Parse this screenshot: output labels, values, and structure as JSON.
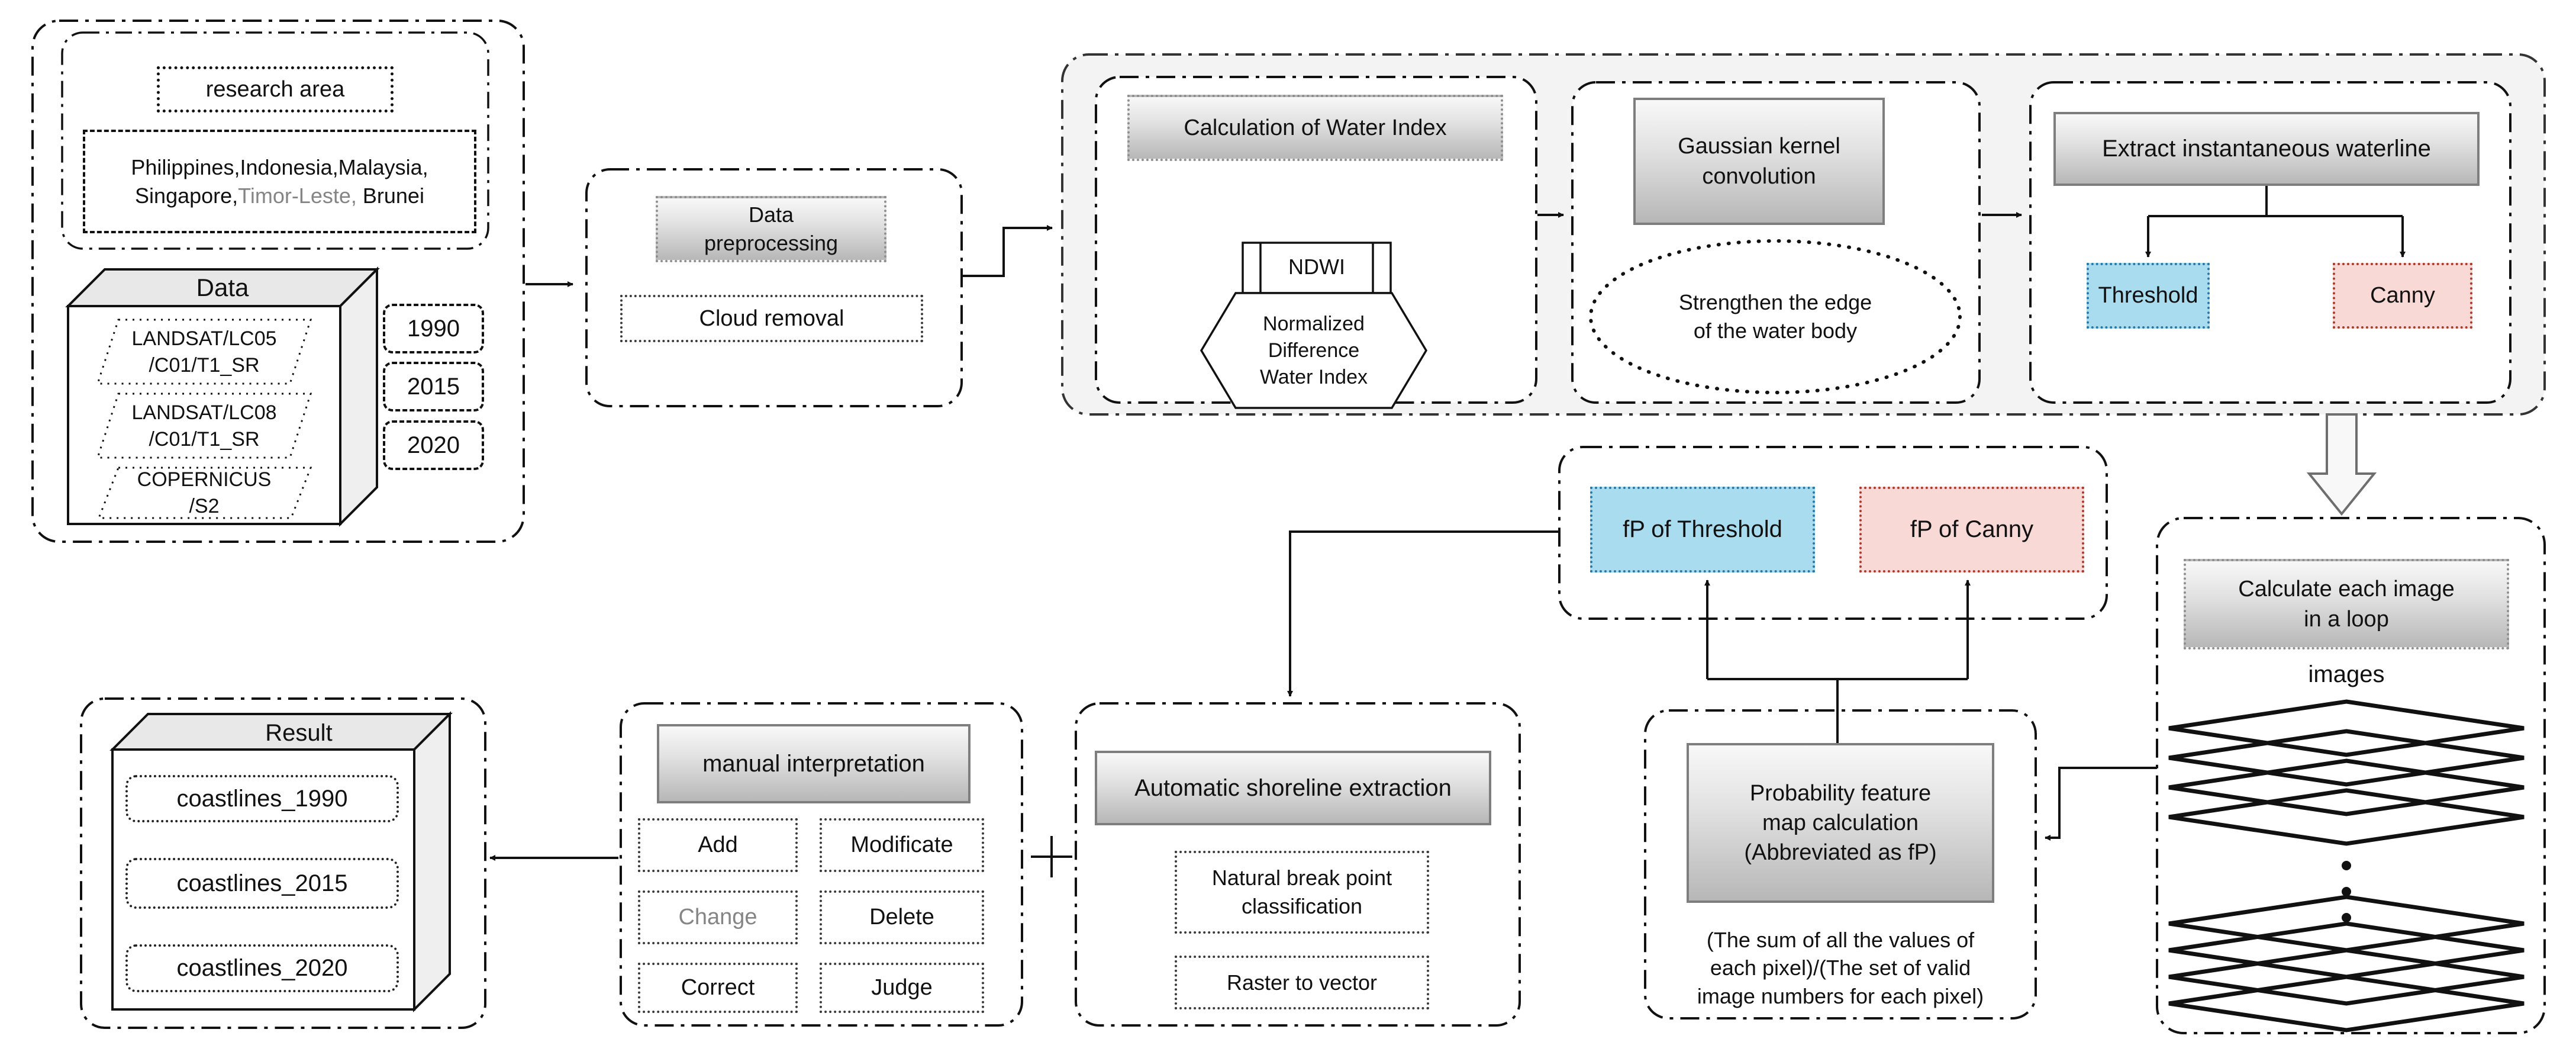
{
  "research": {
    "title": "research area",
    "countries1": "Philippines,Indonesia,Malaysia,",
    "countries2a": "Singapore,",
    "countries2b": "Timor-Leste,",
    "countries2c": " Brunei"
  },
  "data_box": {
    "title": "Data",
    "datasets": [
      "LANDSAT/LC05\n/C01/T1_SR",
      "LANDSAT/LC08\n/C01/T1_SR",
      "COPERNICUS\n/S2"
    ],
    "years": [
      "1990",
      "2015",
      "2020"
    ]
  },
  "preprocessing": {
    "title": "Data\npreprocessing",
    "step": "Cloud removal"
  },
  "water_index": {
    "title": "Calculation of Water Index",
    "ndwi": "NDWI",
    "hexagon": "Normalized\nDifference\nWater Index"
  },
  "gaussian": {
    "title": "Gaussian kernel\nconvolution",
    "ellipse": "Strengthen the edge\nof the water body"
  },
  "waterline": {
    "title": "Extract instantaneous waterline",
    "threshold": "Threshold",
    "canny": "Canny"
  },
  "fp": {
    "threshold": "fP of Threshold",
    "canny": "fP of Canny"
  },
  "loop": {
    "title": "Calculate each image\nin a loop",
    "stack_label": "images"
  },
  "probability": {
    "title": "Probability feature\nmap calculation\n(Abbreviated as fP)",
    "formula": "(The sum of all the values of\neach pixel)/(The set of valid\nimage numbers for each pixel)"
  },
  "auto_extraction": {
    "title": "Automatic shoreline extraction",
    "step1": "Natural break point\nclassification",
    "step2": "Raster to vector"
  },
  "manual": {
    "title": "manual interpretation",
    "ops": [
      "Add",
      "Modificate",
      "Change",
      "Delete",
      "Correct",
      "Judge"
    ]
  },
  "result": {
    "title": "Result",
    "items": [
      "coastlines_1990",
      "coastlines_2015",
      "coastlines_2020"
    ]
  },
  "symbols": {
    "plus": "+"
  },
  "colors": {
    "threshold_fill": "#aadcf0",
    "threshold_border": "#2979a8",
    "canny_fill": "#f8d9d6",
    "canny_border": "#ad3a2d",
    "container_fill": "#f3f3f3",
    "gradient_dark": "#b7b7b7"
  }
}
